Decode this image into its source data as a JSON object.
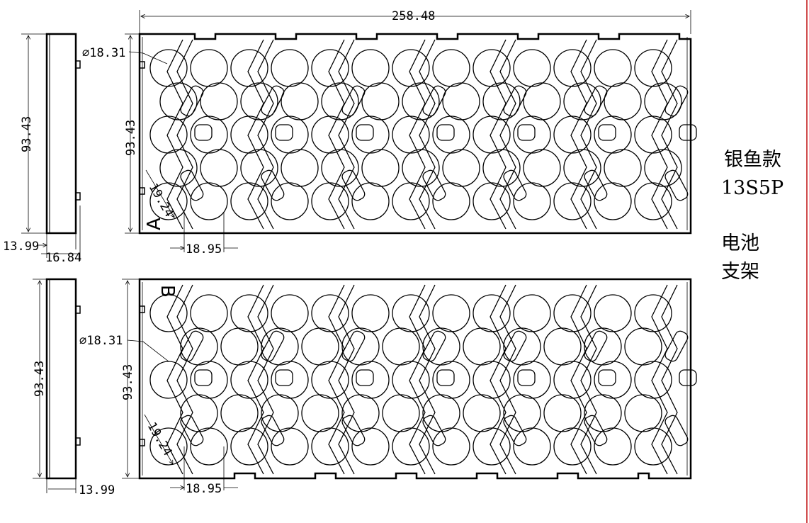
{
  "labels": {
    "width_top": "258.48",
    "height_top_side": "93.43",
    "height_top_plate": "93.43",
    "hole_dia_top": "⌀18.31",
    "diag_top": "19.24",
    "pitch_top": "18.95",
    "plate_a_mark": "A",
    "side_thickness_top": "13.99",
    "side_width_top": "16.84",
    "height_bottom_side": "93.43",
    "height_bottom_plate": "93.43",
    "hole_dia_bottom": "⌀18.31",
    "diag_bottom": "19.24",
    "pitch_bottom": "18.95",
    "plate_b_mark": "B",
    "side_thickness_bottom": "13.99"
  },
  "notes": {
    "model": "银鱼款",
    "config": "13S5P",
    "title_line1": "电池",
    "title_line2": "支架"
  }
}
